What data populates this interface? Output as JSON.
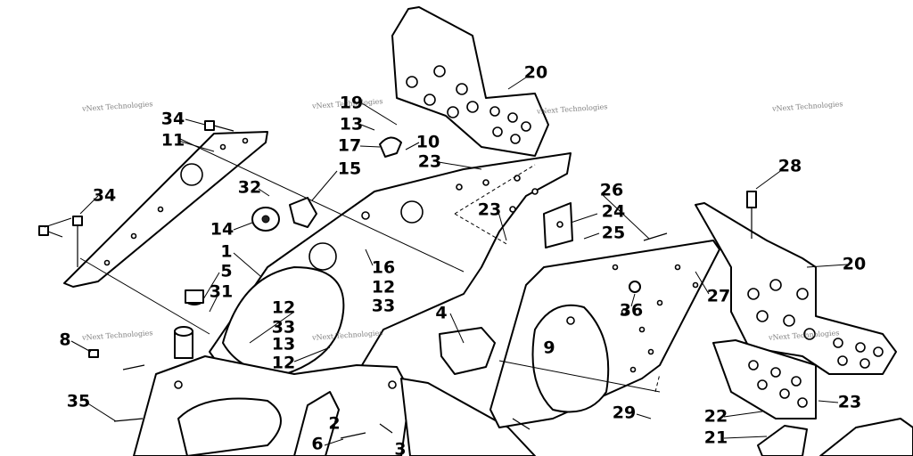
{
  "watermark_text": "vNext Technologies",
  "callouts": {
    "c1": "1",
    "c2": "2",
    "c3": "3",
    "c4": "4",
    "c5": "5",
    "c6": "6",
    "c8": "8",
    "c9": "9",
    "c10": "10",
    "c11": "11",
    "c12a": "12",
    "c12b": "12",
    "c12c": "12",
    "c13a": "13",
    "c13b": "13",
    "c14": "14",
    "c15": "15",
    "c16": "16",
    "c17": "17",
    "c19": "19",
    "c20a": "20",
    "c20b": "20",
    "c21": "21",
    "c22": "22",
    "c23a": "23",
    "c23b": "23",
    "c23c": "23",
    "c24": "24",
    "c25": "25",
    "c26": "26",
    "c27": "27",
    "c28": "28",
    "c29": "29",
    "c31": "31",
    "c32": "32",
    "c33a": "33",
    "c33b": "33",
    "c34a": "34",
    "c34b": "34",
    "c35": "35",
    "c36": "36"
  }
}
